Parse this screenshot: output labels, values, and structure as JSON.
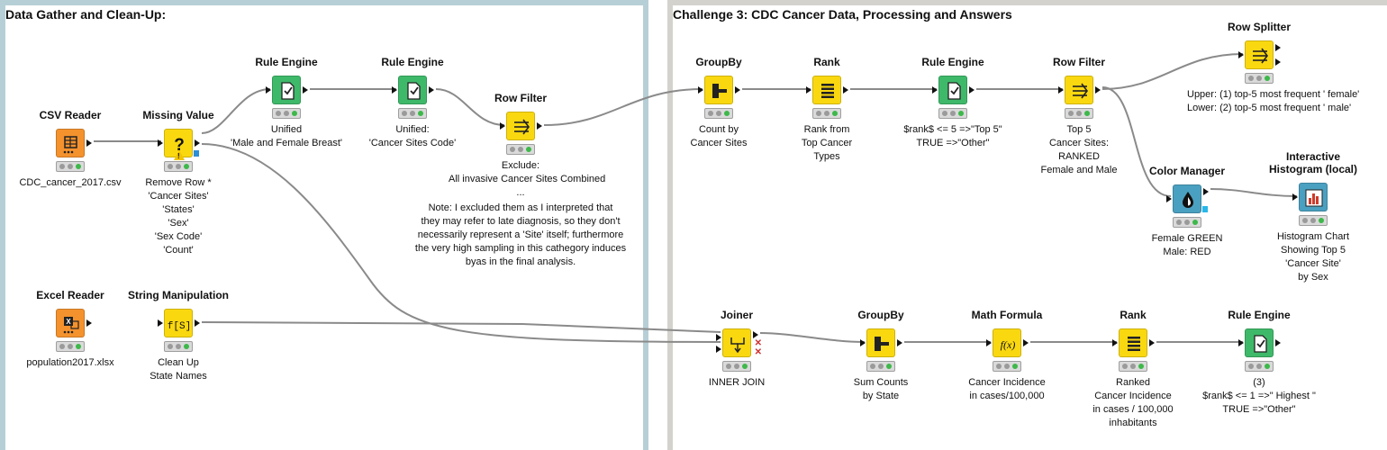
{
  "panels": {
    "left_title": "Data Gather and Clean-Up:",
    "right_title": "Challenge 3: CDC Cancer Data, Processing and Answers"
  },
  "nodes": {
    "csv_reader": {
      "title": "CSV Reader",
      "icon": "table-reader-icon",
      "label": [
        "CDC_cancer_2017.csv"
      ]
    },
    "missing_value": {
      "title": "Missing Value",
      "icon": "question-icon",
      "label": [
        "Remove Row *",
        "'Cancer Sites'",
        "'States'",
        "'Sex'",
        "'Sex Code'",
        "'Count'"
      ]
    },
    "rule_engine_1": {
      "title": "Rule Engine",
      "icon": "rule-check-icon",
      "label": [
        "Unified",
        "'Male and Female Breast'"
      ]
    },
    "rule_engine_2": {
      "title": "Rule Engine",
      "icon": "rule-check-icon",
      "label": [
        "Unified:",
        "'Cancer Sites Code'"
      ]
    },
    "row_filter_1": {
      "title": "Row Filter",
      "icon": "filter-rows-icon",
      "label": [
        "Exclude:",
        "All invasive Cancer Sites Combined",
        "..."
      ]
    },
    "excel_reader": {
      "title": "Excel Reader",
      "icon": "excel-reader-icon",
      "label": [
        "population2017.xlsx"
      ]
    },
    "string_manipulation": {
      "title": "String Manipulation",
      "icon": "string-function-icon",
      "label": [
        "Clean Up",
        "State Names"
      ]
    },
    "groupby_1": {
      "title": "GroupBy",
      "icon": "groupby-icon",
      "label": [
        "Count by",
        "Cancer Sites"
      ]
    },
    "rank_1": {
      "title": "Rank",
      "icon": "rank-icon",
      "label": [
        "Rank from",
        "Top Cancer",
        "Types"
      ]
    },
    "rule_engine_3": {
      "title": "Rule Engine",
      "icon": "rule-check-icon",
      "label": [
        "$rank$ <= 5 =>\"Top 5\"",
        "TRUE =>\"Other\""
      ]
    },
    "row_filter_2": {
      "title": "Row Filter",
      "icon": "filter-rows-icon",
      "label": [
        "Top 5",
        "Cancer Sites:",
        "RANKED",
        "Female and Male"
      ]
    },
    "row_splitter": {
      "title": "Row Splitter",
      "icon": "split-rows-icon",
      "label": [
        "Upper: (1) top-5 most frequent ' female'",
        "Lower: (2) top-5 most frequent ' male'"
      ]
    },
    "color_manager": {
      "title": "Color Manager",
      "icon": "color-drop-icon",
      "label": [
        "Female GREEN",
        "Male: RED"
      ]
    },
    "histogram": {
      "title": [
        "Interactive",
        "Histogram (local)"
      ],
      "icon": "histogram-icon",
      "label": [
        "Histogram Chart",
        "Showing Top 5",
        "'Cancer Site'",
        "by Sex"
      ]
    },
    "joiner": {
      "title": "Joiner",
      "icon": "join-icon",
      "label": [
        "INNER JOIN"
      ]
    },
    "groupby_2": {
      "title": "GroupBy",
      "icon": "groupby-icon",
      "label": [
        "Sum Counts",
        "by State"
      ]
    },
    "math_formula": {
      "title": "Math Formula",
      "icon": "formula-icon",
      "label": [
        "Cancer Incidence",
        "in cases/100,000"
      ]
    },
    "rank_2": {
      "title": "Rank",
      "icon": "rank-icon",
      "label": [
        "Ranked",
        "Cancer Incidence",
        "in cases / 100,000",
        "inhabitants"
      ]
    },
    "rule_engine_4": {
      "title": "Rule Engine",
      "icon": "rule-check-icon",
      "label": [
        "(3)",
        "$rank$ <= 1 =>\" Highest \"",
        "TRUE =>\"Other\""
      ]
    }
  },
  "note": [
    "Note: I excluded them as I interpreted  that",
    "they may refer to late diagnosis, so they don't",
    "necessarily represent a 'Site' itself; furthermore",
    "the very high sampling in this cathegory induces",
    "byas in the final analysis."
  ],
  "colors": {
    "left_border": "#b6cfd6",
    "right_border": "#d4d2cc",
    "reader": "#f4922d",
    "manipulator": "#fad810",
    "rule": "#3eb96a",
    "view_prep": "#4aa0c0"
  }
}
